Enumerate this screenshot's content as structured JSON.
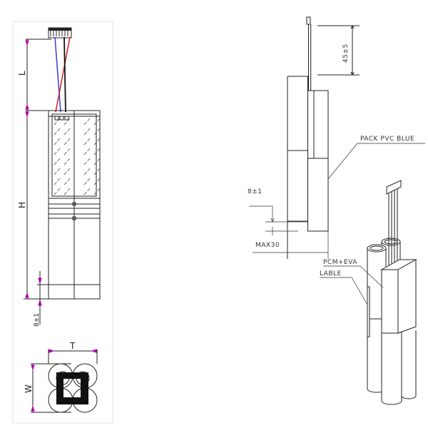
{
  "front_view": {
    "dim_L": "L",
    "dim_H": "H",
    "dim_tab": "8±1",
    "dim_T": "T",
    "dim_W": "W",
    "wire_colors": {
      "blue": "#3a3ad0",
      "red": "#d02020",
      "black": "#111111"
    },
    "dimension_arrow_color": "#b000b0"
  },
  "side_view": {
    "dim_lead": "45±5",
    "callout_pack": "PACK PVC BLUE",
    "dim_offset": "8±1",
    "dim_max": "MAX30"
  },
  "iso_view": {
    "callout_pcm": "PCM+EVA",
    "callout_label": "LABLE"
  }
}
